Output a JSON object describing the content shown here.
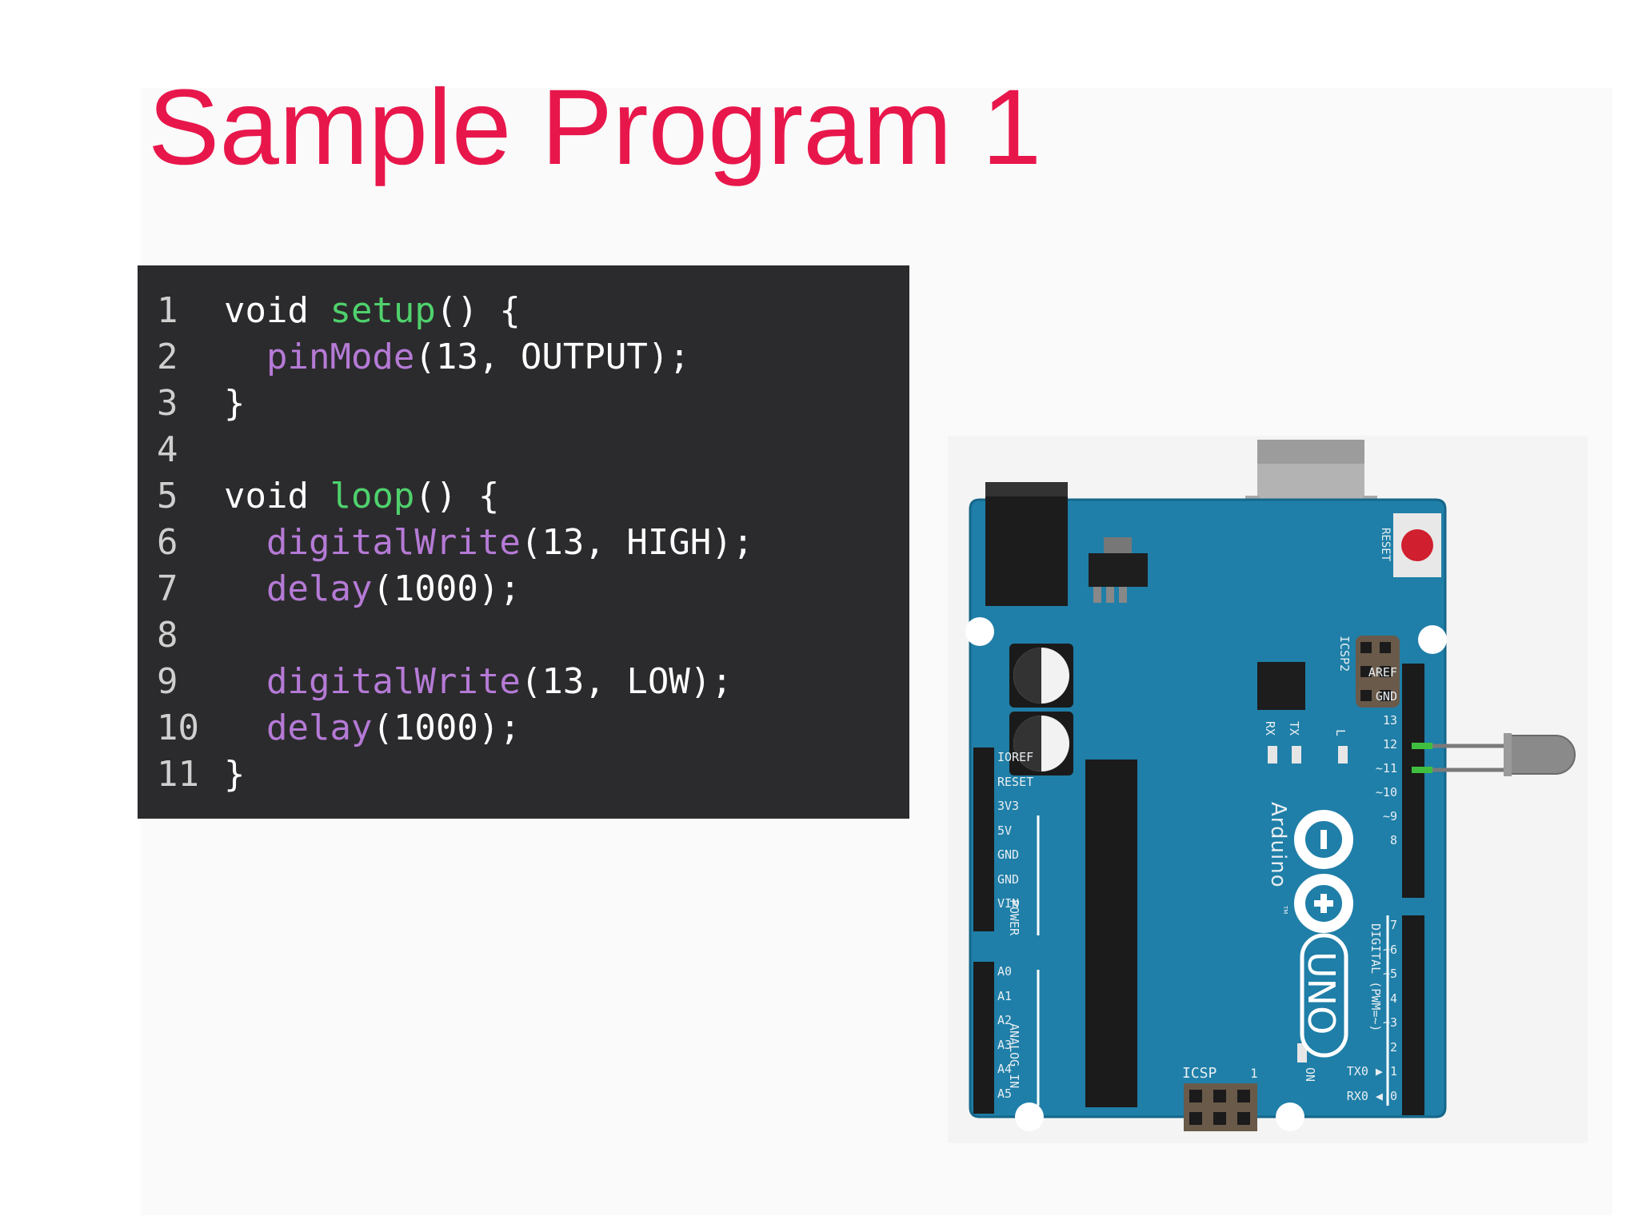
{
  "slide": {
    "title": "Sample Program 1"
  },
  "code": {
    "lines": [
      {
        "num": "1",
        "segments": [
          {
            "text": "void ",
            "class": ""
          },
          {
            "text": "setup",
            "class": "fn-green"
          },
          {
            "text": "() {",
            "class": ""
          }
        ]
      },
      {
        "num": "2",
        "segments": [
          {
            "text": "  ",
            "class": ""
          },
          {
            "text": "pinMode",
            "class": "fn-purple"
          },
          {
            "text": "(13, OUTPUT);",
            "class": ""
          }
        ]
      },
      {
        "num": "3",
        "segments": [
          {
            "text": "}",
            "class": ""
          }
        ]
      },
      {
        "num": "4",
        "segments": []
      },
      {
        "num": "5",
        "segments": [
          {
            "text": "void ",
            "class": ""
          },
          {
            "text": "loop",
            "class": "fn-green"
          },
          {
            "text": "() {",
            "class": ""
          }
        ]
      },
      {
        "num": "6",
        "segments": [
          {
            "text": "  ",
            "class": ""
          },
          {
            "text": "digitalWrite",
            "class": "fn-purple"
          },
          {
            "text": "(13, HIGH);",
            "class": ""
          }
        ]
      },
      {
        "num": "7",
        "segments": [
          {
            "text": "  ",
            "class": ""
          },
          {
            "text": "delay",
            "class": "fn-purple"
          },
          {
            "text": "(1000);",
            "class": ""
          }
        ]
      },
      {
        "num": "8",
        "segments": []
      },
      {
        "num": "9",
        "segments": [
          {
            "text": "  ",
            "class": ""
          },
          {
            "text": "digitalWrite",
            "class": "fn-purple"
          },
          {
            "text": "(13, LOW);",
            "class": ""
          }
        ]
      },
      {
        "num": "10",
        "segments": [
          {
            "text": "  ",
            "class": ""
          },
          {
            "text": "delay",
            "class": "fn-purple"
          },
          {
            "text": "(1000);",
            "class": ""
          }
        ]
      },
      {
        "num": "11",
        "segments": [
          {
            "text": "}",
            "class": ""
          }
        ]
      }
    ]
  },
  "board": {
    "labels_left": [
      "IOREF",
      "RESET",
      "3V3",
      "5V",
      "GND",
      "GND",
      "VIN"
    ],
    "labels_analog": [
      "A0",
      "A1",
      "A2",
      "A3",
      "A4",
      "A5"
    ],
    "power_label": "POWER",
    "analog_label": "ANALOG IN",
    "labels_right_top": [
      "AREF",
      "GND",
      "13",
      "12",
      "~11",
      "~10",
      "~9",
      "8"
    ],
    "labels_right_bottom": [
      "7",
      "~6",
      "~5",
      "4",
      "~3",
      "2",
      "TX0 ▶ 1",
      "RX0 ◀ 0"
    ],
    "digital_label": "DIGITAL (PWM=~)",
    "reset_label": "RESET",
    "icsp2_label": "ICSP2",
    "icsp_label": "ICSP",
    "icsp_pin_one": "1",
    "tx_label": "TX",
    "rx_label": "RX",
    "l_label": "L",
    "on_label": "ON",
    "brand": "Arduino",
    "trademark": "TM",
    "model": "UNO",
    "colors": {
      "board": "#1f7fa8",
      "board_edge": "#16678a",
      "header": "#1b1b1b",
      "title": "#e8174b"
    }
  }
}
